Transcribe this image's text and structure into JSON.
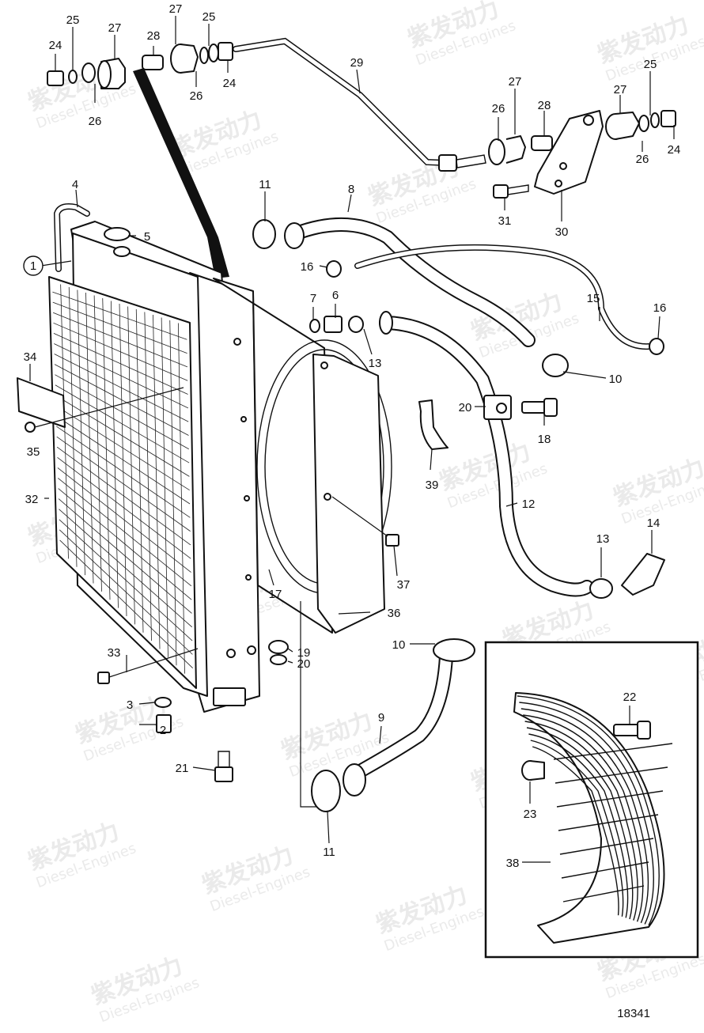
{
  "diagram_id": "18341",
  "watermark": {
    "brand_cn": "紫发动力",
    "brand_en": "Diesel-Engines"
  },
  "callouts": [
    {
      "n": "1"
    },
    {
      "n": "2"
    },
    {
      "n": "3"
    },
    {
      "n": "4"
    },
    {
      "n": "5"
    },
    {
      "n": "6"
    },
    {
      "n": "7"
    },
    {
      "n": "8"
    },
    {
      "n": "9"
    },
    {
      "n": "10"
    },
    {
      "n": "10"
    },
    {
      "n": "11"
    },
    {
      "n": "11"
    },
    {
      "n": "12"
    },
    {
      "n": "13"
    },
    {
      "n": "13"
    },
    {
      "n": "14"
    },
    {
      "n": "15"
    },
    {
      "n": "16"
    },
    {
      "n": "16"
    },
    {
      "n": "17"
    },
    {
      "n": "18"
    },
    {
      "n": "19"
    },
    {
      "n": "20"
    },
    {
      "n": "20"
    },
    {
      "n": "21"
    },
    {
      "n": "22"
    },
    {
      "n": "23"
    },
    {
      "n": "24"
    },
    {
      "n": "24"
    },
    {
      "n": "24"
    },
    {
      "n": "25"
    },
    {
      "n": "25"
    },
    {
      "n": "25"
    },
    {
      "n": "26"
    },
    {
      "n": "26"
    },
    {
      "n": "26"
    },
    {
      "n": "26"
    },
    {
      "n": "27"
    },
    {
      "n": "27"
    },
    {
      "n": "27"
    },
    {
      "n": "27"
    },
    {
      "n": "28"
    },
    {
      "n": "28"
    },
    {
      "n": "29"
    },
    {
      "n": "30"
    },
    {
      "n": "31"
    },
    {
      "n": "32"
    },
    {
      "n": "33"
    },
    {
      "n": "34"
    },
    {
      "n": "35"
    },
    {
      "n": "36"
    },
    {
      "n": "37"
    },
    {
      "n": "38"
    },
    {
      "n": "39"
    }
  ]
}
